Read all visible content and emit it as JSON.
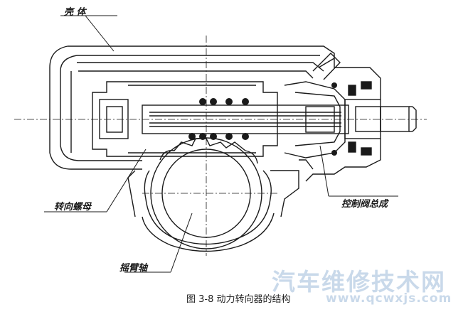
{
  "labels": {
    "shell": "壳 体",
    "steering_nut": "转向螺母",
    "control_valve": "控制阀总成",
    "rocker_shaft": "摇臂轴"
  },
  "caption": "图 3-8 动力转向器的结构",
  "watermark": {
    "text": "汽车维修技术网",
    "url": "www.qcwxjs.com"
  }
}
